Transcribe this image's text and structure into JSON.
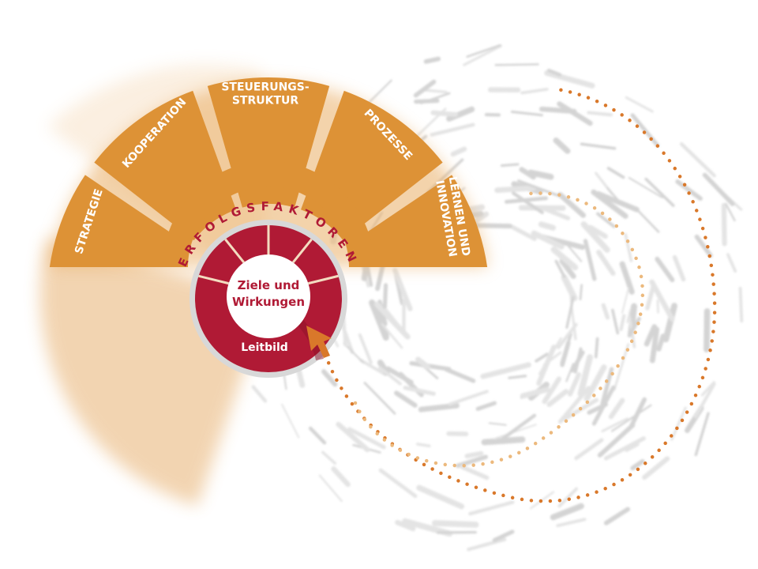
{
  "diagram": {
    "arc_title": "ERFOLGSFAKTOREN",
    "segments": [
      {
        "label_lines": [
          "STRATEGIE"
        ]
      },
      {
        "label_lines": [
          "KOOPERATION"
        ]
      },
      {
        "label_lines": [
          "STEUERUNGS-",
          "STRUKTUR"
        ]
      },
      {
        "label_lines": [
          "PROZESSE"
        ]
      },
      {
        "label_lines": [
          "LERNEN UND",
          "INNOVATION"
        ]
      }
    ],
    "center": {
      "line1": "Ziele und",
      "line2": "Wirkungen"
    },
    "ring_label": "Leitbild",
    "colors": {
      "segment": "#dd9236",
      "ring": "#b01a35",
      "divider": "#f3dcc0",
      "dots": "#d9782a",
      "dots_light": "#ecb97d"
    }
  }
}
